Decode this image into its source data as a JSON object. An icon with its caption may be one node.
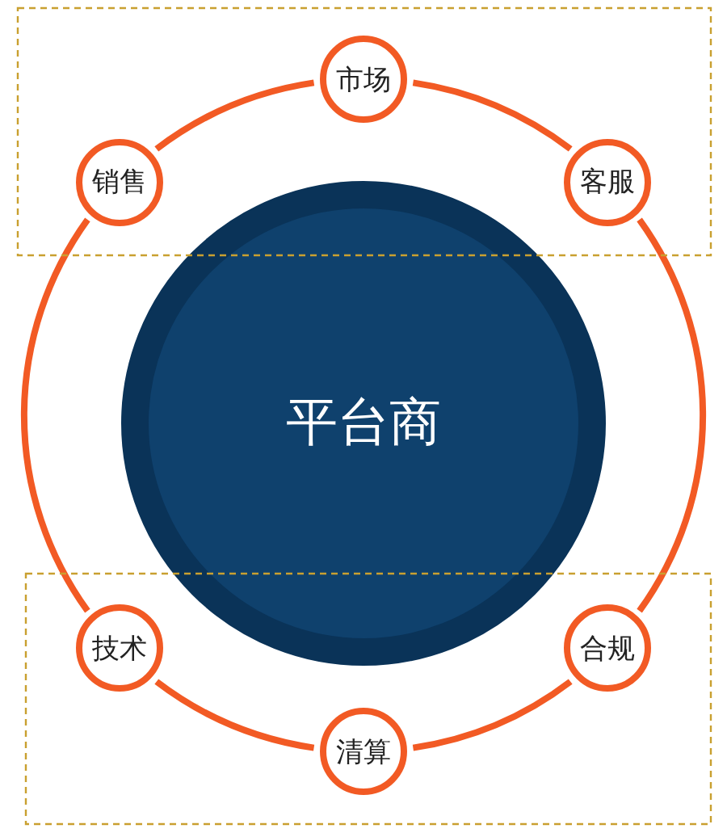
{
  "diagram": {
    "nodes": [
      {
        "text": [
          "平台商"
        ]
      },
      {
        "text": [
          "市场"
        ]
      },
      {
        "text": [
          "销售"
        ]
      },
      {
        "text": [
          "客服"
        ]
      },
      {
        "text": [
          "技术"
        ]
      },
      {
        "text": [
          "合规"
        ]
      },
      {
        "text": [
          "清算"
        ]
      }
    ],
    "edges": [
      {
        "from": 1,
        "to": 3,
        "arrow": "none"
      },
      {
        "from": 3,
        "to": 5,
        "arrow": "none"
      },
      {
        "from": 5,
        "to": 6,
        "arrow": "none"
      },
      {
        "from": 6,
        "to": 4,
        "arrow": "none"
      },
      {
        "from": 4,
        "to": 2,
        "arrow": "none"
      },
      {
        "from": 2,
        "to": 1,
        "arrow": "none"
      }
    ]
  }
}
